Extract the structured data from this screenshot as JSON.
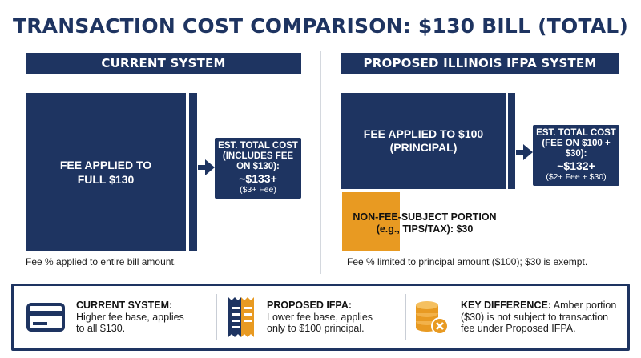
{
  "title": "TRANSACTION COST COMPARISON: $130 BILL (TOTAL)",
  "left": {
    "header": "CURRENT SYSTEM",
    "fee_box_line1": "FEE APPLIED TO",
    "fee_box_line2": "FULL $130",
    "cost_line1": "EST. TOTAL COST",
    "cost_line2": "(INCLUDES FEE",
    "cost_line3": "ON $130):",
    "cost_value": "~$133+",
    "cost_note": "($3+ Fee)",
    "caption": "Fee % applied to entire bill amount."
  },
  "right": {
    "header": "PROPOSED ILLINOIS IFPA SYSTEM",
    "fee_box_line1": "FEE APPLIED TO $100",
    "fee_box_line2": "(PRINCIPAL)",
    "cost_line1": "EST. TOTAL COST",
    "cost_line2": "(FEE ON $100 +",
    "cost_line3": "$30):",
    "cost_value": "~$132+",
    "cost_note": "($2+ Fee + $30)",
    "amber_line1": "NON-FEE-SUBJECT PORTION",
    "amber_line2": "(e.g., TIPS/TAX): $30",
    "caption": "Fee % limited to principal amount ($100); $30 is exempt."
  },
  "legend": {
    "current_title": "CURRENT SYSTEM:",
    "current_line1": "Higher fee base, applies",
    "current_line2": "to all $130.",
    "ifpa_title": "PROPOSED IFPA:",
    "ifpa_line1": "Lower fee base, applies",
    "ifpa_line2": "only to $100 principal.",
    "key_title": "KEY DIFFERENCE:",
    "key_line1a": " Amber portion",
    "key_line2": "($30) is not subject to transaction",
    "key_line3": "fee under Proposed IFPA."
  },
  "colors": {
    "navy": "#1e3461",
    "amber": "#e89a22",
    "divider": "#d4d8de"
  },
  "icons": [
    "arrow-right-icon",
    "credit-card-icon",
    "receipt-icon",
    "coins-exempt-icon"
  ]
}
